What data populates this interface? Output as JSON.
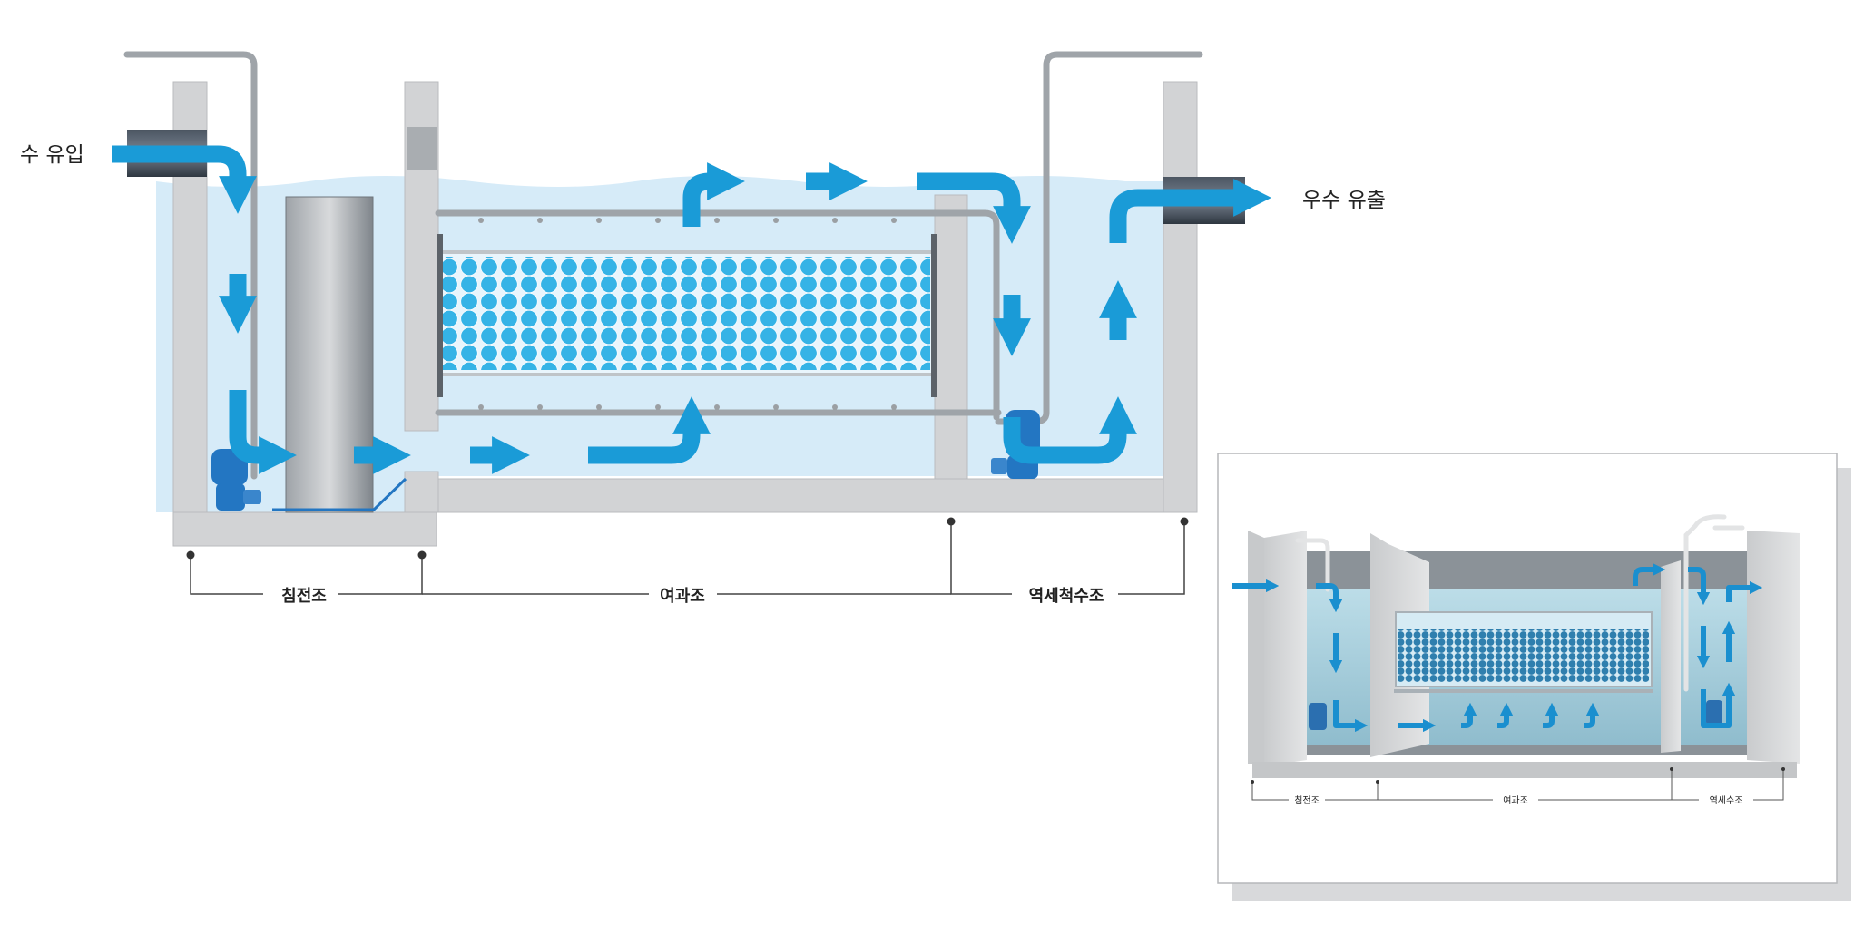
{
  "labels": {
    "inflow": "수 유입",
    "outflow": "우수 유출",
    "main": {
      "sedimentation": "침전조",
      "filtration": "여과조",
      "backwash": "역세척수조"
    },
    "inset": {
      "sedimentation": "침전조",
      "filtration": "여과조",
      "backwash": "역세수조"
    }
  },
  "colors": {
    "water": "#d6ebf8",
    "concrete": "#d2d3d5",
    "arrow": "#1a9bd7",
    "media": "#35b3e6",
    "pump": "#2376c2",
    "pipe": "#9fa4a9",
    "line": "#444444"
  },
  "icons": {
    "flow": "flow-arrow-icon",
    "pump": "pump-icon",
    "pipe": "pipe-icon"
  }
}
